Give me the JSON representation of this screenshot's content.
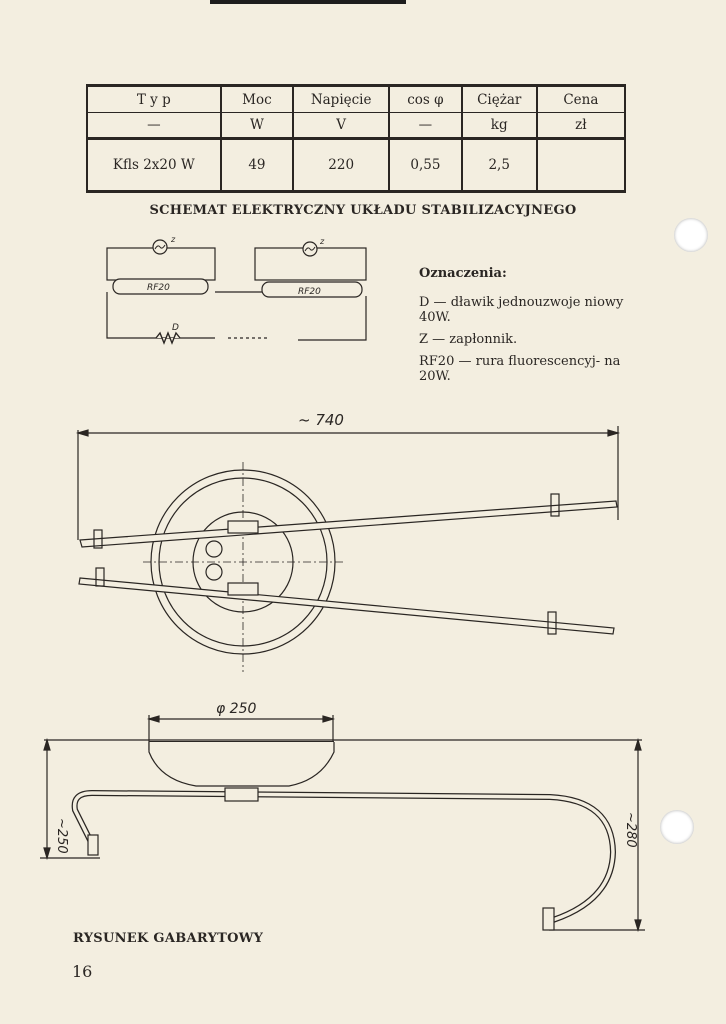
{
  "table": {
    "headers": [
      "T y p",
      "Moc",
      "Napięcie",
      "cos φ",
      "Ciężar",
      "Cena"
    ],
    "units": [
      "—",
      "W",
      "V",
      "—",
      "kg",
      "zł"
    ],
    "rows": [
      [
        "Kfls 2x20 W",
        "49",
        "220",
        "0,55",
        "2,5",
        ""
      ]
    ]
  },
  "schematic": {
    "title": "SCHEMAT ELEKTRYCZNY UKŁADU STABILIZACYJNEGO",
    "labels": {
      "tube_left": "RF20",
      "tube_right": "RF20",
      "starter_left": "z",
      "starter_right": "z",
      "choke": "D"
    }
  },
  "legend": {
    "heading": "Oznaczenia:",
    "items": [
      "D — dławik jednouzwoje niowy 40W.",
      "Z — zapłonnik.",
      "RF20 — rura fluorescencyj- na 20W."
    ]
  },
  "drawing": {
    "dim_length": "~ 740",
    "dim_diameter": "φ 250",
    "dim_left_height": "~250",
    "dim_right_height": "~280",
    "title": "RYSUNEK GABARYTOWY"
  },
  "page_number": "16"
}
